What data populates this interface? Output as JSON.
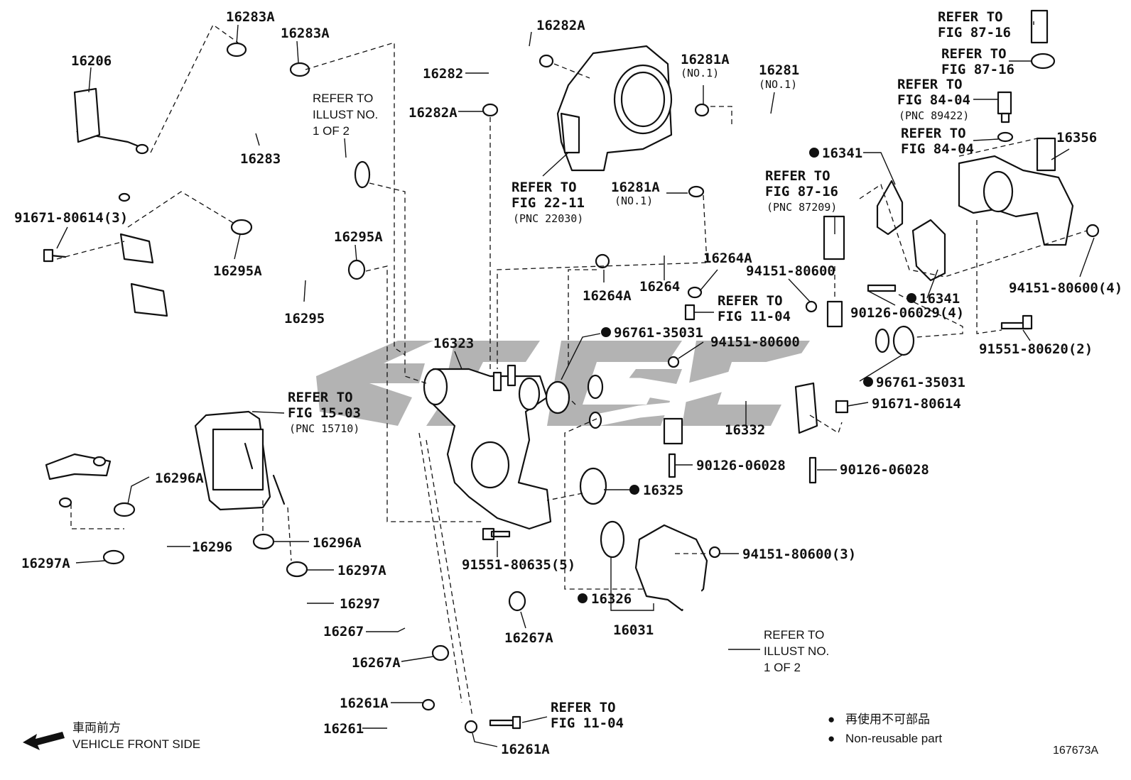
{
  "diagram": {
    "figure_id": "167673A",
    "direction_label_jp": "車両前方",
    "direction_label_en": "VEHICLE FRONT SIDE",
    "legend": {
      "symbol": "●",
      "text_jp": "再使用不可部品",
      "text_en": "Non-reusable part"
    },
    "labels": {
      "p16206": "16206",
      "p16283A_1": "16283A",
      "p16283A_2": "16283A",
      "p16283": "16283",
      "ref_illust_top_1": "REFER TO",
      "ref_illust_top_2": "ILLUST NO.",
      "ref_illust_top_3": "1 OF 2",
      "p91671_80614_3": "91671-80614(3)",
      "p16295A_1": "16295A",
      "p16295A_2": "16295A",
      "p16295": "16295",
      "p16282A_1": "16282A",
      "p16282": "16282",
      "p16282A_2": "16282A",
      "p16281A_1": "16281A",
      "p16281A_1_no": "(NO.1)",
      "p16281": "16281",
      "p16281_no": "(NO.1)",
      "p16281A_2": "16281A",
      "p16281A_2_no": "(NO.1)",
      "ref_2211_1": "REFER TO",
      "ref_2211_2": "FIG 22-11",
      "ref_2211_3": "(PNC 22030)",
      "ref_8716_top_1": "REFER TO",
      "ref_8716_top_2": "FIG 87-16",
      "ref_8716_mid_1": "REFER TO",
      "ref_8716_mid_2": "FIG 87-16",
      "ref_8404_a_1": "REFER TO",
      "ref_8404_a_2": "FIG 84-04",
      "ref_8404_a_3": "(PNC 89422)",
      "ref_8404_b_1": "REFER TO",
      "ref_8404_b_2": "FIG 84-04",
      "p16356": "16356",
      "p16341_1": "16341",
      "p16341_2": "16341",
      "ref_8716_b_1": "REFER TO",
      "ref_8716_b_2": "FIG 87-16",
      "ref_8716_b_3": "(PNC 87209)",
      "p16264": "16264",
      "p16264A_1": "16264A",
      "p16264A_2": "16264A",
      "ref_1104_a_1": "REFER TO",
      "ref_1104_a_2": "FIG 11-04",
      "p94151_80600_a": "94151-80600",
      "p94151_80600_4": "94151-80600(4)",
      "p90126_06029_4": "90126-06029(4)",
      "p91551_80620_2": "91551-80620(2)",
      "p16323": "16323",
      "p96761_35031_a": "96761-35031",
      "p94151_80600_b": "94151-80600",
      "p96761_35031_b": "96761-35031",
      "p91671_80614": "91671-80614",
      "p16332": "16332",
      "p90126_06028_a": "90126-06028",
      "p90126_06028_b": "90126-06028",
      "p16325": "16325",
      "ref_1503_1": "REFER TO",
      "ref_1503_2": "FIG 15-03",
      "ref_1503_3": "(PNC 15710)",
      "p16296A_1": "16296A",
      "p16296A_2": "16296A",
      "p16296": "16296",
      "p16297A_1": "16297A",
      "p16297A_2": "16297A",
      "p16297": "16297",
      "p91551_80635_5": "91551-80635(5)",
      "p94151_80600_3": "94151-80600(3)",
      "p16326": "16326",
      "p16031": "16031",
      "ref_illust_bot_1": "REFER TO",
      "ref_illust_bot_2": "ILLUST NO.",
      "ref_illust_bot_3": "1 OF 2",
      "p16267": "16267",
      "p16267A_1": "16267A",
      "p16267A_2": "16267A",
      "p16261A_1": "16261A",
      "p16261": "16261",
      "p16261A_2": "16261A",
      "ref_1104_b_1": "REFER TO",
      "ref_1104_b_2": "FIG 11-04"
    }
  }
}
